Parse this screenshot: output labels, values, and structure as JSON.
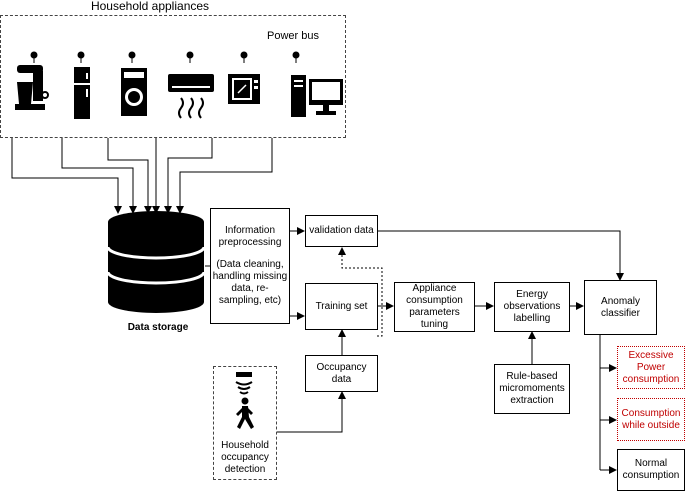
{
  "title": "Household appliances",
  "power_bus": "Power bus",
  "storage": "Data storage",
  "preprocess": {
    "title": "Information preprocessing",
    "detail": "(Data cleaning, handling missing data, re-sampling, etc)"
  },
  "validation": "validation data",
  "training": "Training set",
  "occupancy_data": "Occupancy data",
  "occupancy_detection": "Household occupancy detection",
  "tuning": "Appliance consumption parameters tuning",
  "labelling": "Energy observations labelling",
  "rule_based": "Rule-based micromoments extraction",
  "classifier": "Anomaly classifier",
  "outputs": {
    "excessive": "Excessive Power consumption",
    "outside": "Consumption while outside",
    "normal": "Normal consumption"
  },
  "appliance_icons": [
    "mixer-icon",
    "fridge-icon",
    "washing-machine-icon",
    "air-conditioner-icon",
    "microwave-icon",
    "computer-icon"
  ],
  "colors": {
    "anomaly": "#c00000"
  }
}
